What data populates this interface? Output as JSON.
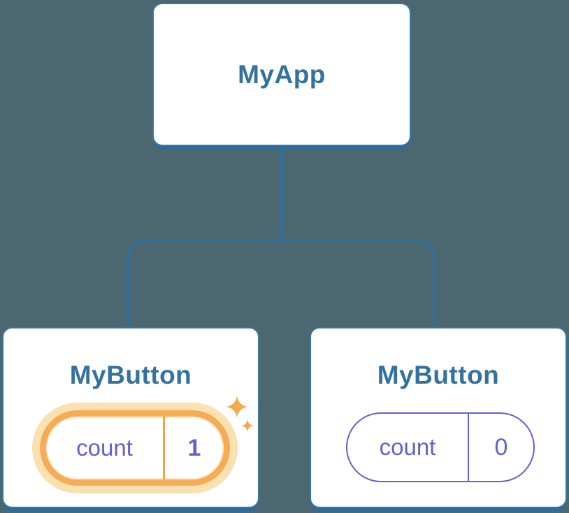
{
  "tree": {
    "root": {
      "label": "MyApp"
    },
    "children": [
      {
        "label": "MyButton",
        "state": {
          "key": "count",
          "value": "1"
        },
        "highlighted": true
      },
      {
        "label": "MyButton",
        "state": {
          "key": "count",
          "value": "0"
        },
        "highlighted": false
      }
    ]
  },
  "colors": {
    "background": "#4b6870",
    "card_background": "#ffffff",
    "card_border": "#3a76a4",
    "card_shadow": "#2e6b9b",
    "node_label_text": "#33719f",
    "connector_line": "#2f6fa0",
    "state_text": "#6060d8",
    "state_pill_border": "#6060d8",
    "highlight_ring": "#f5ad55",
    "highlight_glow": "#fbe0b0",
    "highlight_divider": "#eda64a",
    "sparkle": "#f5a94c"
  }
}
